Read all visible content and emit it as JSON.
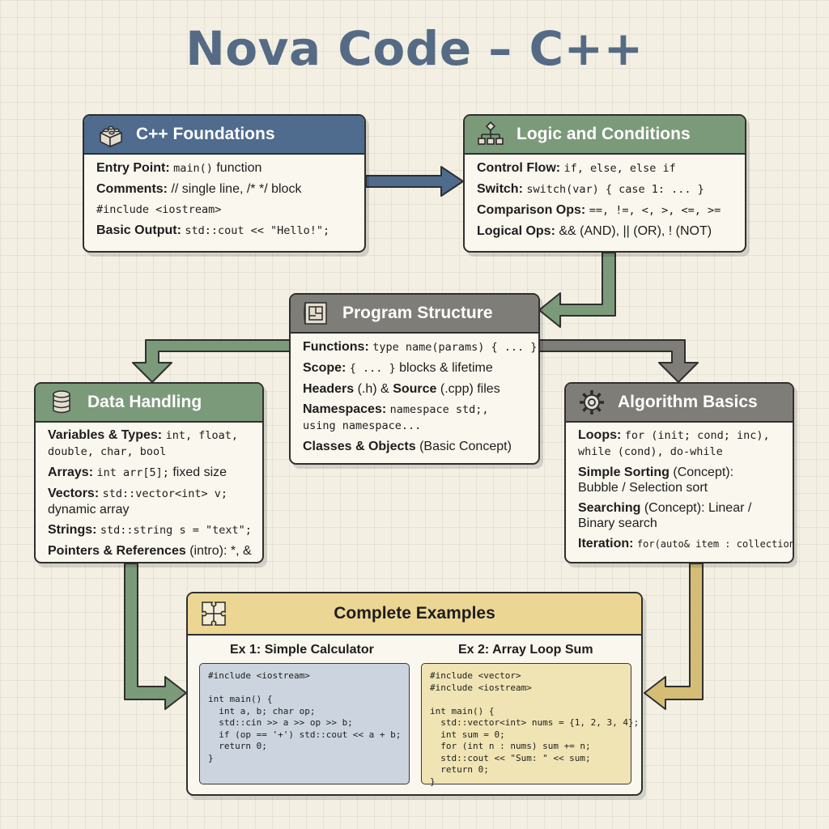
{
  "title": "Nova Code – C++",
  "foundations": {
    "heading": "C++ Foundations",
    "icon": "lego-brick-icon",
    "lines": [
      {
        "label": "Entry Point:",
        "code": "main()",
        "text": "function"
      },
      {
        "label": "Comments:",
        "text": "// single line, /* */ block"
      },
      {
        "code": "#include <iostream>"
      },
      {
        "label": "Basic Output:",
        "code": "std::cout << \"Hello!\";"
      }
    ]
  },
  "logic": {
    "heading": "Logic and Conditions",
    "icon": "flowchart-icon",
    "lines": [
      {
        "label": "Control Flow:",
        "code": "if, else, else if"
      },
      {
        "label": "Switch:",
        "code": "switch(var) { case 1: ... }"
      },
      {
        "label": "Comparison Ops:",
        "code": "==, !=, <, >, <=, >="
      },
      {
        "label": "Logical Ops:",
        "text": "&& (AND), || (OR), ! (NOT)"
      }
    ]
  },
  "structure": {
    "heading": "Program Structure",
    "icon": "blueprint-icon",
    "lines": [
      {
        "label": "Functions:",
        "code": "type name(params) { ... }"
      },
      {
        "label": "Scope:",
        "code": "{ ... }",
        "text": "blocks & lifetime"
      },
      {
        "label": "Headers",
        "text": "(.h) &",
        "label2": "Source",
        "text2": "(.cpp) files"
      },
      {
        "label": "Namespaces:",
        "code": "namespace std;,"
      },
      {
        "code": "using namespace..."
      },
      {
        "label": "Classes & Objects",
        "text": "(Basic Concept)"
      }
    ]
  },
  "data_handling": {
    "heading": "Data Handling",
    "icon": "database-icon",
    "lines": [
      {
        "label": "Variables & Types:",
        "code": "int, float,"
      },
      {
        "code": "double, char, bool"
      },
      {
        "label": "Arrays:",
        "code": "int arr[5];",
        "text": "fixed size"
      },
      {
        "label": "Vectors:",
        "code": "std::vector<int> v;"
      },
      {
        "text": "dynamic array"
      },
      {
        "label": "Strings:",
        "code": "std::string s = \"text\";"
      },
      {
        "label": "Pointers & References",
        "text": "(intro): *, &"
      }
    ]
  },
  "algorithms": {
    "heading": "Algorithm Basics",
    "icon": "gear-icon",
    "lines": [
      {
        "label": "Loops:",
        "code": "for (init; cond; inc),"
      },
      {
        "code": "while (cond), do-while"
      },
      {
        "label": "Simple Sorting",
        "text": "(Concept):"
      },
      {
        "text": "Bubble / Selection sort"
      },
      {
        "label": "Searching",
        "text": "(Concept): Linear /"
      },
      {
        "text": "Binary search"
      },
      {
        "label": "Iteration:",
        "code": "for(auto& item : collection)"
      }
    ]
  },
  "examples": {
    "heading": "Complete Examples",
    "icon": "puzzle-icon",
    "ex1_title": "Ex 1: Simple Calculator",
    "ex1_code": "#include <iostream>\n\nint main() {\n  int a, b; char op;\n  std::cin >> a >> op >> b;\n  if (op == '+') std::cout << a + b;\n  return 0;\n}",
    "ex2_title": "Ex 2: Array Loop Sum",
    "ex2_code": "#include <vector>\n#include <iostream>\n\nint main() {\n  std::vector<int> nums = {1, 2, 3, 4};\n  int sum = 0;\n  for (int n : nums) sum += n;\n  std::cout << \"Sum: \" << sum;\n  return 0;\n}"
  },
  "colors": {
    "blue": "#4f6b8e",
    "green": "#7b9a7a",
    "gray": "#7e7d78",
    "gold": "#ecd693",
    "code_blue_bg": "#ccd4df",
    "code_gold_bg": "#f0e4b4"
  }
}
